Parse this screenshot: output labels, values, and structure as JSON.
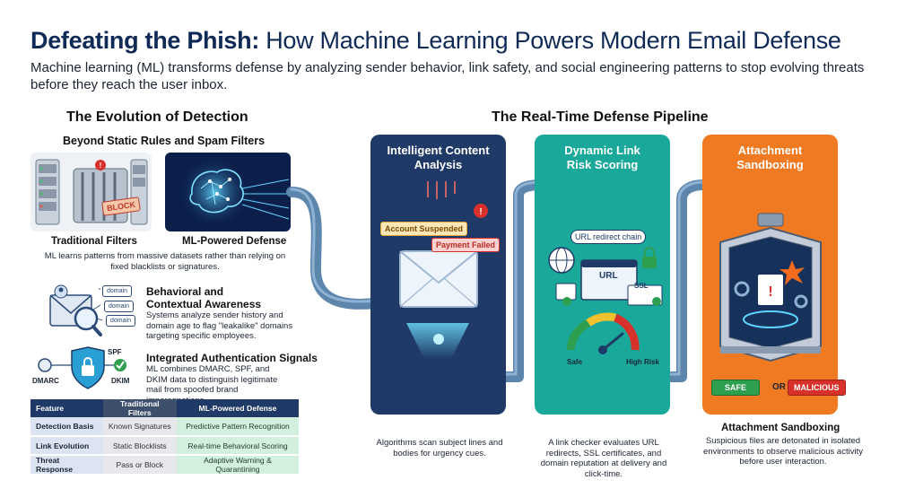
{
  "title": {
    "bold": "Defeating the Phish:",
    "rest": "How Machine Learning Powers Modern Email Defense"
  },
  "subtitle": "Machine learning (ML) transforms defense by analyzing sender behavior, link safety, and social engineering patterns to stop evolving threats before they reach the user inbox.",
  "evolution": {
    "heading": "The Evolution of Detection",
    "subheading": "Beyond Static Rules and Spam Filters",
    "block_label": "BLOCK",
    "traditional_caption": "Traditional Filters",
    "ml_caption": "ML-Powered Defense",
    "note": "ML learns patterns from massive datasets rather than relying on fixed blacklists or signatures."
  },
  "behavioral": {
    "title_line1": "Behavioral and",
    "title_line2": "Contextual Awareness",
    "body": "Systems analyze sender history and domain age to flag \"leakalike\" domains targeting specific employees.",
    "tags": [
      "domain",
      "domain",
      "domain"
    ]
  },
  "auth": {
    "title": "Integrated Authentication Signals",
    "body": "ML combines DMARC, SPF, and DKIM data to distinguish legitimate mail from spoofed brand impersonations.",
    "labels": {
      "dmarc": "DMARC",
      "spf": "SPF",
      "dkim": "DKIM"
    }
  },
  "table": {
    "headers": [
      "Feature",
      "Traditional Filters",
      "ML-Powered Defense"
    ],
    "rows": [
      [
        "Detection Basis",
        "Known Signatures",
        "Predictive Pattern Recognition"
      ],
      [
        "Link Evolution",
        "Static Blocklists",
        "Real-time Behavioral Scoring"
      ],
      [
        "Threat Response",
        "Pass or Block",
        "Adaptive Warning & Quarantining"
      ]
    ]
  },
  "pipeline": {
    "heading": "The Real-Time Defense Pipeline",
    "stages": [
      {
        "title_line1": "Intelligent Content",
        "title_line2": "Analysis",
        "tag1": "Account Suspended",
        "tag2": "Payment Failed",
        "desc": "Algorithms scan subject lines and bodies for urgency cues."
      },
      {
        "title_line1": "Dynamic Link",
        "title_line2": "Risk Scoring",
        "chain_label": "URL redirect chain",
        "url_label": "URL",
        "ssl_label": "SSL",
        "gauge_safe": "Safe",
        "gauge_risk": "High Risk",
        "desc": "A link checker evaluates URL redirects, SSL certificates, and domain reputation at delivery and click-time."
      },
      {
        "title_line1": "Attachment",
        "title_line2": "Sandboxing",
        "safe_label": "SAFE",
        "or_label": "OR",
        "malicious_label": "MALICIOUS",
        "caption": "Attachment Sandboxing",
        "desc": "Suspicious files are detonated in isolated environments to observe malicious activity before user interaction."
      }
    ]
  },
  "colors": {
    "navy": "#0f2a56",
    "stage1": "#1f3a66",
    "stage2": "#1aa89a",
    "stage3": "#f07a22",
    "safe_green": "#2e9e4f",
    "malicious_red": "#d8312c",
    "pipe": "#5d86ad"
  }
}
